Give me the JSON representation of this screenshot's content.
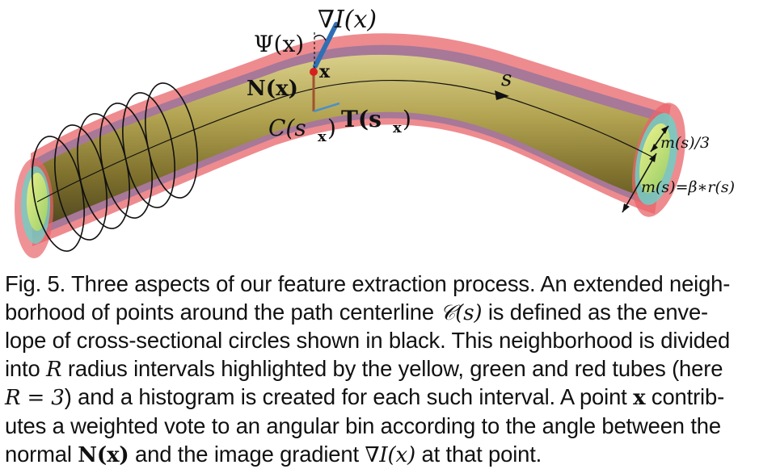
{
  "figure": {
    "labels": {
      "grad": "∇I(x)",
      "psi": "Ψ(x)",
      "x": "x",
      "normal": "N(x)",
      "s": "s",
      "centerline": "C(s",
      "centerline_sub": "x",
      "tangent": "T(s",
      "tangent_sub": "x",
      "m3": "m(s)/3",
      "m": "m(s)=β∗r(s)"
    },
    "colors": {
      "outer_tube": "#e8646a",
      "middle_tube": "#6fcfc6",
      "inner_tube": "#a89a45",
      "gradient_arrow": "#2f6fb5",
      "normal_vector": "#a0522d",
      "point": "#d62020"
    }
  },
  "caption": {
    "line1": "Fig. 5. Three aspects of our feature extraction process. An extended neigh-",
    "line2_a": "borhood of points around the path centerline ",
    "line2_m": "𝒞(s)",
    "line2_b": " is defined as the enve-",
    "line3": "lope of cross-sectional circles shown in black. This neighborhood is divided",
    "line4_a": "into ",
    "line4_m": "R",
    "line4_b": " radius intervals highlighted by the yellow, green and red tubes (here",
    "line5_m": "R = 3",
    "line5_b": ") and a histogram is created for each such interval. A point ",
    "line5_x": "x",
    "line5_c": " contrib-",
    "line6": "utes a weighted vote to an angular bin according to the angle between the",
    "line7_a": "normal ",
    "line7_m": "N(x)",
    "line7_b": " and the image gradient ",
    "line7_g": "∇I(x)",
    "line7_c": " at that point."
  }
}
